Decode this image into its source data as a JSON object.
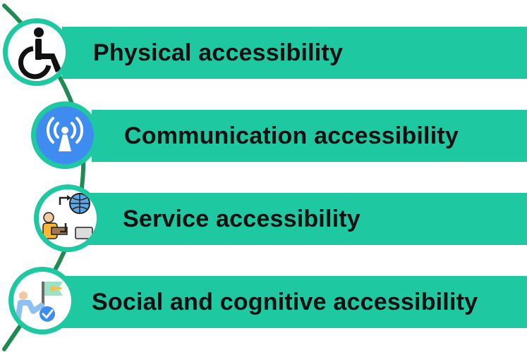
{
  "items": [
    {
      "label": "Physical accessibility",
      "icon": "wheelchair-icon"
    },
    {
      "label": "Communication accessibility",
      "icon": "broadcast-antenna-icon"
    },
    {
      "label": "Service accessibility",
      "icon": "online-service-icon"
    },
    {
      "label": "Social and cognitive accessibility",
      "icon": "social-inclusion-icon"
    }
  ],
  "colors": {
    "accent": "#1ec9a1",
    "spine": "#1f8a52",
    "text": "#111111",
    "icon_blue": "#3f8cf0"
  }
}
